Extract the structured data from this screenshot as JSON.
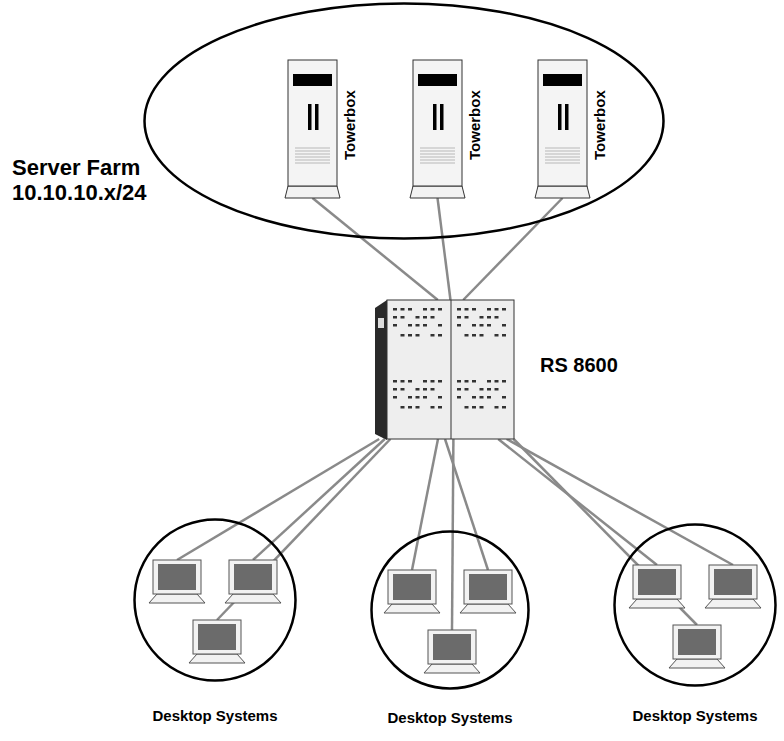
{
  "diagram": {
    "nodes": [
      {
        "text": [
          "Server Farm 10.10.10.x/24"
        ]
      },
      {
        "text": [
          "Towerbox"
        ],
        "in": 0
      },
      {
        "text": [
          "Towerbox"
        ],
        "in": 0
      },
      {
        "text": [
          "Towerbox"
        ],
        "in": 0
      },
      {
        "text": [
          "RS 8600"
        ]
      },
      {
        "text": [
          "Desktop Systems"
        ]
      },
      {
        "text": [
          "Desktop Systems"
        ]
      },
      {
        "text": [
          "Desktop Systems"
        ]
      }
    ],
    "edges": [
      {
        "from": 1,
        "to": 4,
        "arrow": "none"
      },
      {
        "from": 2,
        "to": 4,
        "arrow": "none"
      },
      {
        "from": 3,
        "to": 4,
        "arrow": "none"
      },
      {
        "from": 4,
        "to": 5,
        "arrow": "none"
      },
      {
        "from": 4,
        "to": 5,
        "arrow": "none"
      },
      {
        "from": 4,
        "to": 5,
        "arrow": "none"
      },
      {
        "from": 4,
        "to": 6,
        "arrow": "none"
      },
      {
        "from": 4,
        "to": 6,
        "arrow": "none"
      },
      {
        "from": 4,
        "to": 6,
        "arrow": "none"
      },
      {
        "from": 4,
        "to": 7,
        "arrow": "none"
      },
      {
        "from": 4,
        "to": 7,
        "arrow": "none"
      },
      {
        "from": 4,
        "to": 7,
        "arrow": "none"
      }
    ]
  }
}
